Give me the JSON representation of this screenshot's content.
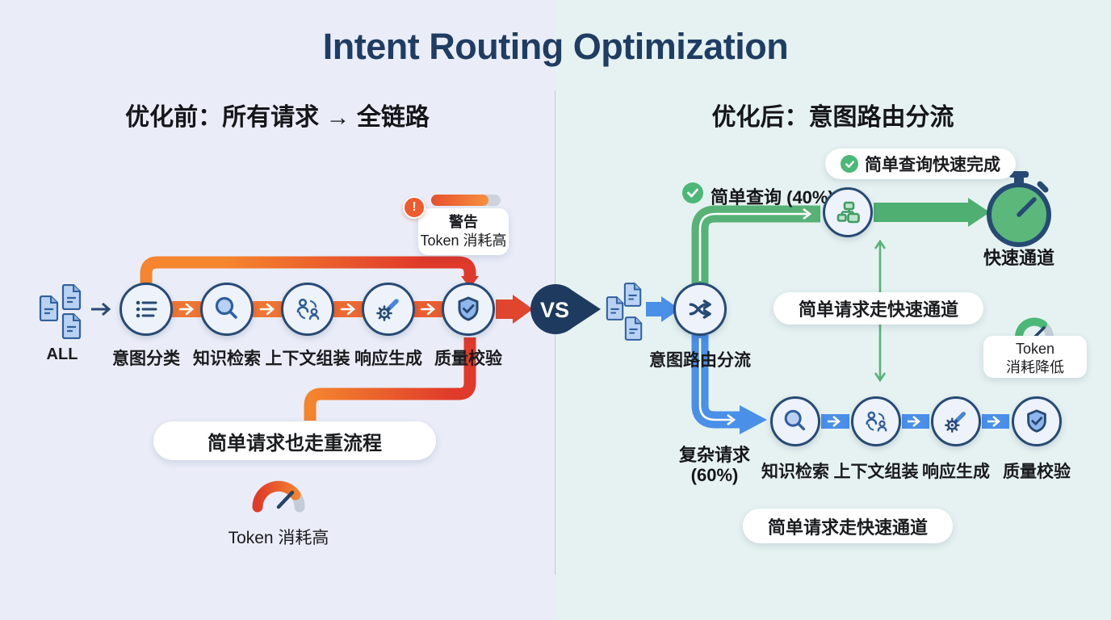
{
  "title": "Intent Routing Optimization",
  "vs_label": "VS",
  "colors": {
    "navy": "#24436b",
    "orange": "#f5852e",
    "red": "#e03a2a",
    "green": "#52b178",
    "blue": "#4a8fe8",
    "left_bg": "#eaedf8",
    "right_bg": "#e6f2f1"
  },
  "left": {
    "heading": "优化前：所有请求 → 全链路",
    "source_label": "ALL",
    "nodes": [
      "意图分类",
      "知识检索",
      "上下文组装",
      "响应生成",
      "质量校验"
    ],
    "warning_mark": "!",
    "warning_title": "警告",
    "warning_subtitle": "Token 消耗高",
    "note_pill": "简单请求也走重流程",
    "gauge_label": "Token 消耗高"
  },
  "right": {
    "heading": "优化后：意图路由分流",
    "router_label": "意图路由分流",
    "fast_label": "简单查询 (40%)",
    "fast_pill": "简单查询快速完成",
    "fast_channel": "快速通道",
    "mid_pill": "简单请求走快速通道",
    "slow_label_1": "复杂请求",
    "slow_label_2": "(60%)",
    "slow_nodes": [
      "知识检索",
      "上下文组装",
      "响应生成",
      "质量校验"
    ],
    "token_card_1": "Token",
    "token_card_2": "消耗降低",
    "bottom_pill": "简单请求走快速通道"
  }
}
